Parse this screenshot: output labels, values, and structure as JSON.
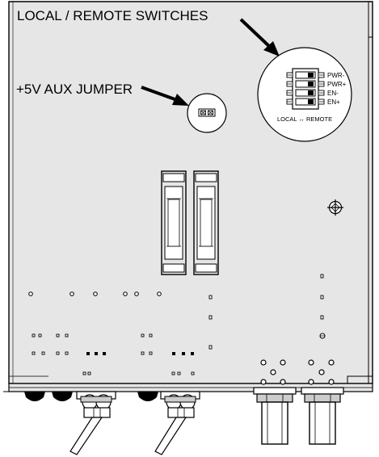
{
  "callouts": {
    "switches_title": "LOCAL / REMOTE SWITCHES",
    "jumper_title": "+5V AUX JUMPER"
  },
  "dip_switch": {
    "labels": [
      "PWR-",
      "PWR+",
      "EN-",
      "EN+"
    ],
    "caption": "LOCAL ↔ REMOTE"
  },
  "colors": {
    "line": "#000000",
    "panel": "#e6e6e6",
    "background": "#ffffff"
  }
}
